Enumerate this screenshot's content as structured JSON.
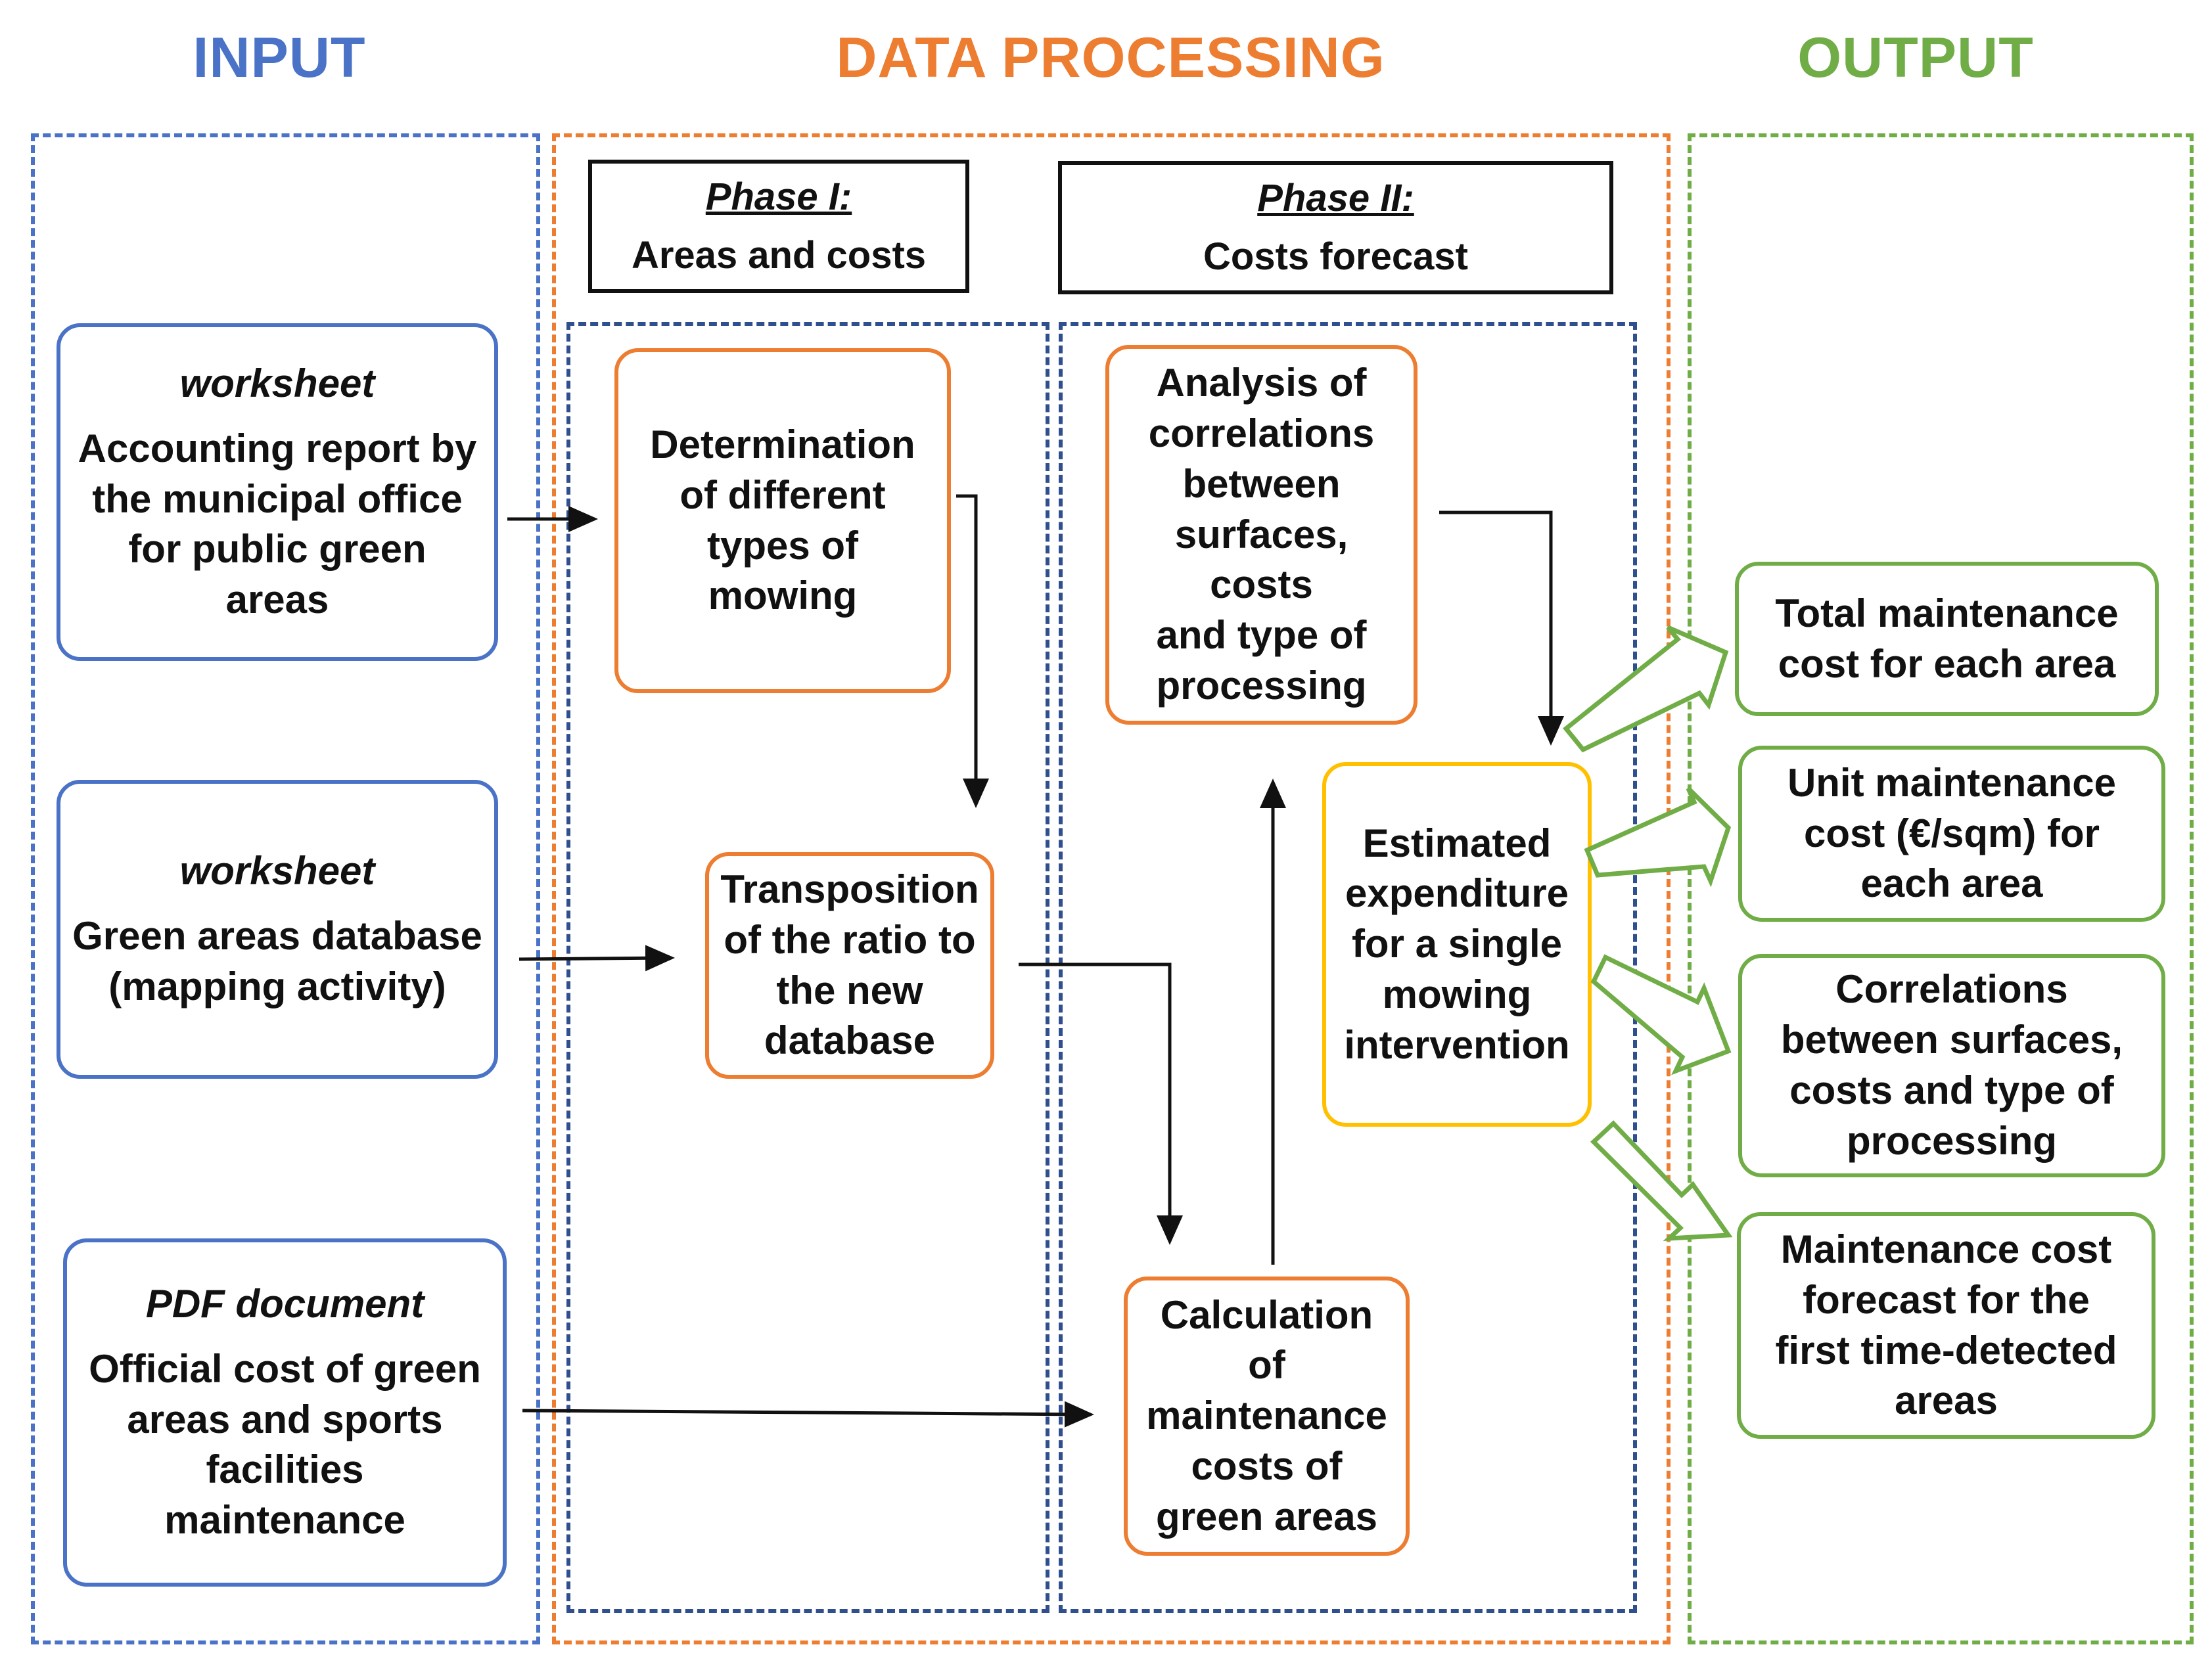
{
  "headers": {
    "input": "INPUT",
    "processing": "DATA PROCESSING",
    "output": "OUTPUT"
  },
  "colors": {
    "input": "#4a72c6",
    "processing": "#ed7d31",
    "output": "#70ad47",
    "phase_frame": "#2f4f8f",
    "estimate": "#ffc000"
  },
  "phases": [
    {
      "title": "Phase I:",
      "subtitle": "Areas and costs"
    },
    {
      "title": "Phase II:",
      "subtitle": "Costs forecast"
    }
  ],
  "inputs": [
    {
      "tag": "worksheet",
      "text": "Accounting report by\nthe municipal office\nfor public green\nareas"
    },
    {
      "tag": "worksheet",
      "text": "Green areas database\n(mapping activity)"
    },
    {
      "tag": "PDF document",
      "text": "Official cost of green\nareas and sports\nfacilities\nmaintenance"
    }
  ],
  "phase1": [
    {
      "text": "Determination\nof different\ntypes of\nmowing"
    },
    {
      "text": "Transposition\nof the ratio to\nthe new\ndatabase"
    }
  ],
  "phase2": [
    {
      "text": "Analysis of\ncorrelations\nbetween\nsurfaces, costs\nand type of\nprocessing"
    },
    {
      "text": "Calculation\nof\nmaintenance\ncosts of\ngreen areas"
    }
  ],
  "estimate": {
    "text": "Estimated\nexpenditure\nfor a single\nmowing\nintervention"
  },
  "outputs": [
    {
      "text": "Total maintenance\ncost for each area"
    },
    {
      "text": "Unit maintenance\ncost (€/sqm) for\neach area"
    },
    {
      "text": "Correlations\nbetween surfaces,\ncosts and type of\nprocessing"
    },
    {
      "text": "Maintenance cost\nforecast for  the\nfirst time-detected\nareas"
    }
  ]
}
